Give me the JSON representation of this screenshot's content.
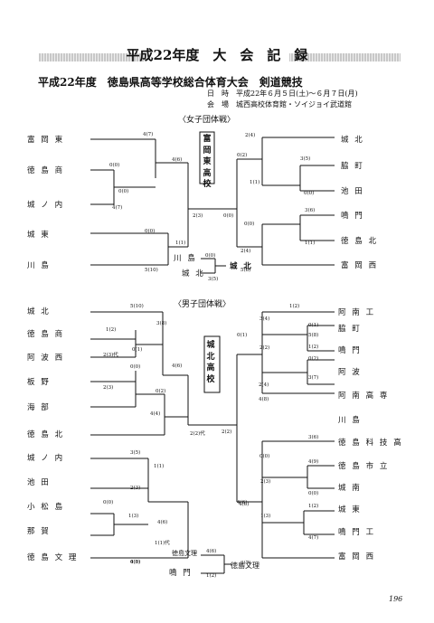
{
  "title": "平成22年度　大　会　記　録",
  "subtitle": "平成22年度　徳島県高等学校総合体育大会　剣道競技",
  "date_line": "日　時　平成22年６月５日(土)～６月７日(月)",
  "venue_line": "会　場　城西高校体育館・ソイジョイ武道館",
  "women": {
    "heading": "〈女子団体戦〉",
    "left_teams": [
      "富岡東",
      "徳島商",
      "城ノ内",
      "城東",
      "川島"
    ],
    "right_teams": [
      "城北",
      "脇町",
      "池田",
      "鳴門",
      "徳島北",
      "富岡西"
    ],
    "winner_box": "富岡東高校",
    "third_place": {
      "team1": "川島",
      "team2": "城北",
      "winner": "城北"
    },
    "scores": [
      "4(7)",
      "0(0)",
      "0(0)",
      "4(7)",
      "4(6)",
      "0(0)",
      "1(1)",
      "5(10)",
      "2(3)",
      "0(0)",
      "0(0)",
      "3(5)",
      "2(4)",
      "0(2)",
      "3(5)",
      "1(1)",
      "0(0)",
      "3(6)",
      "0(0)",
      "1(1)",
      "2(4)",
      "5(8)"
    ]
  },
  "men": {
    "heading": "〈男子団体戦〉",
    "left_teams": [
      "城北",
      "徳島商",
      "阿波西",
      "板野",
      "海部",
      "徳島北",
      "城ノ内",
      "池田",
      "小松島",
      "那賀",
      "徳島文理"
    ],
    "right_teams": [
      "阿南工",
      "脇町",
      "鳴門",
      "阿波",
      "阿南高専",
      "川島",
      "徳島科技高",
      "徳島市立",
      "城南",
      "城東",
      "鳴門工",
      "富岡西"
    ],
    "winner_box": "城北高校",
    "third_place": {
      "team1": "徳島文理",
      "team2": "鳴門",
      "winner": "徳島文理"
    },
    "scores": [
      "5(10)",
      "1(2)",
      "0(1)",
      "3(8)",
      "2(3)代",
      "0(0)",
      "2(3)",
      "4(6)",
      "0(2)",
      "4(4)",
      "3(5)",
      "1(1)",
      "2(3)",
      "0(0)",
      "1(3)",
      "4(6)",
      "1(1)代",
      "0(0)",
      "4(8)",
      "2(2)代",
      "2(2)",
      "4(6)",
      "1(2)",
      "0(1)",
      "2(2)",
      "5(8)",
      "3(4)",
      "1(2)",
      "0(2)",
      "3(7)",
      "2(4)",
      "4(8)",
      "0(1)",
      "3(6)",
      "0(0)",
      "4(9)",
      "2(3)",
      "0(0)",
      "1(2)",
      "1(3)",
      "4(6)",
      "4(7)",
      "3(7)",
      "4(6)",
      "1(2)"
    ]
  },
  "page_number": "196"
}
